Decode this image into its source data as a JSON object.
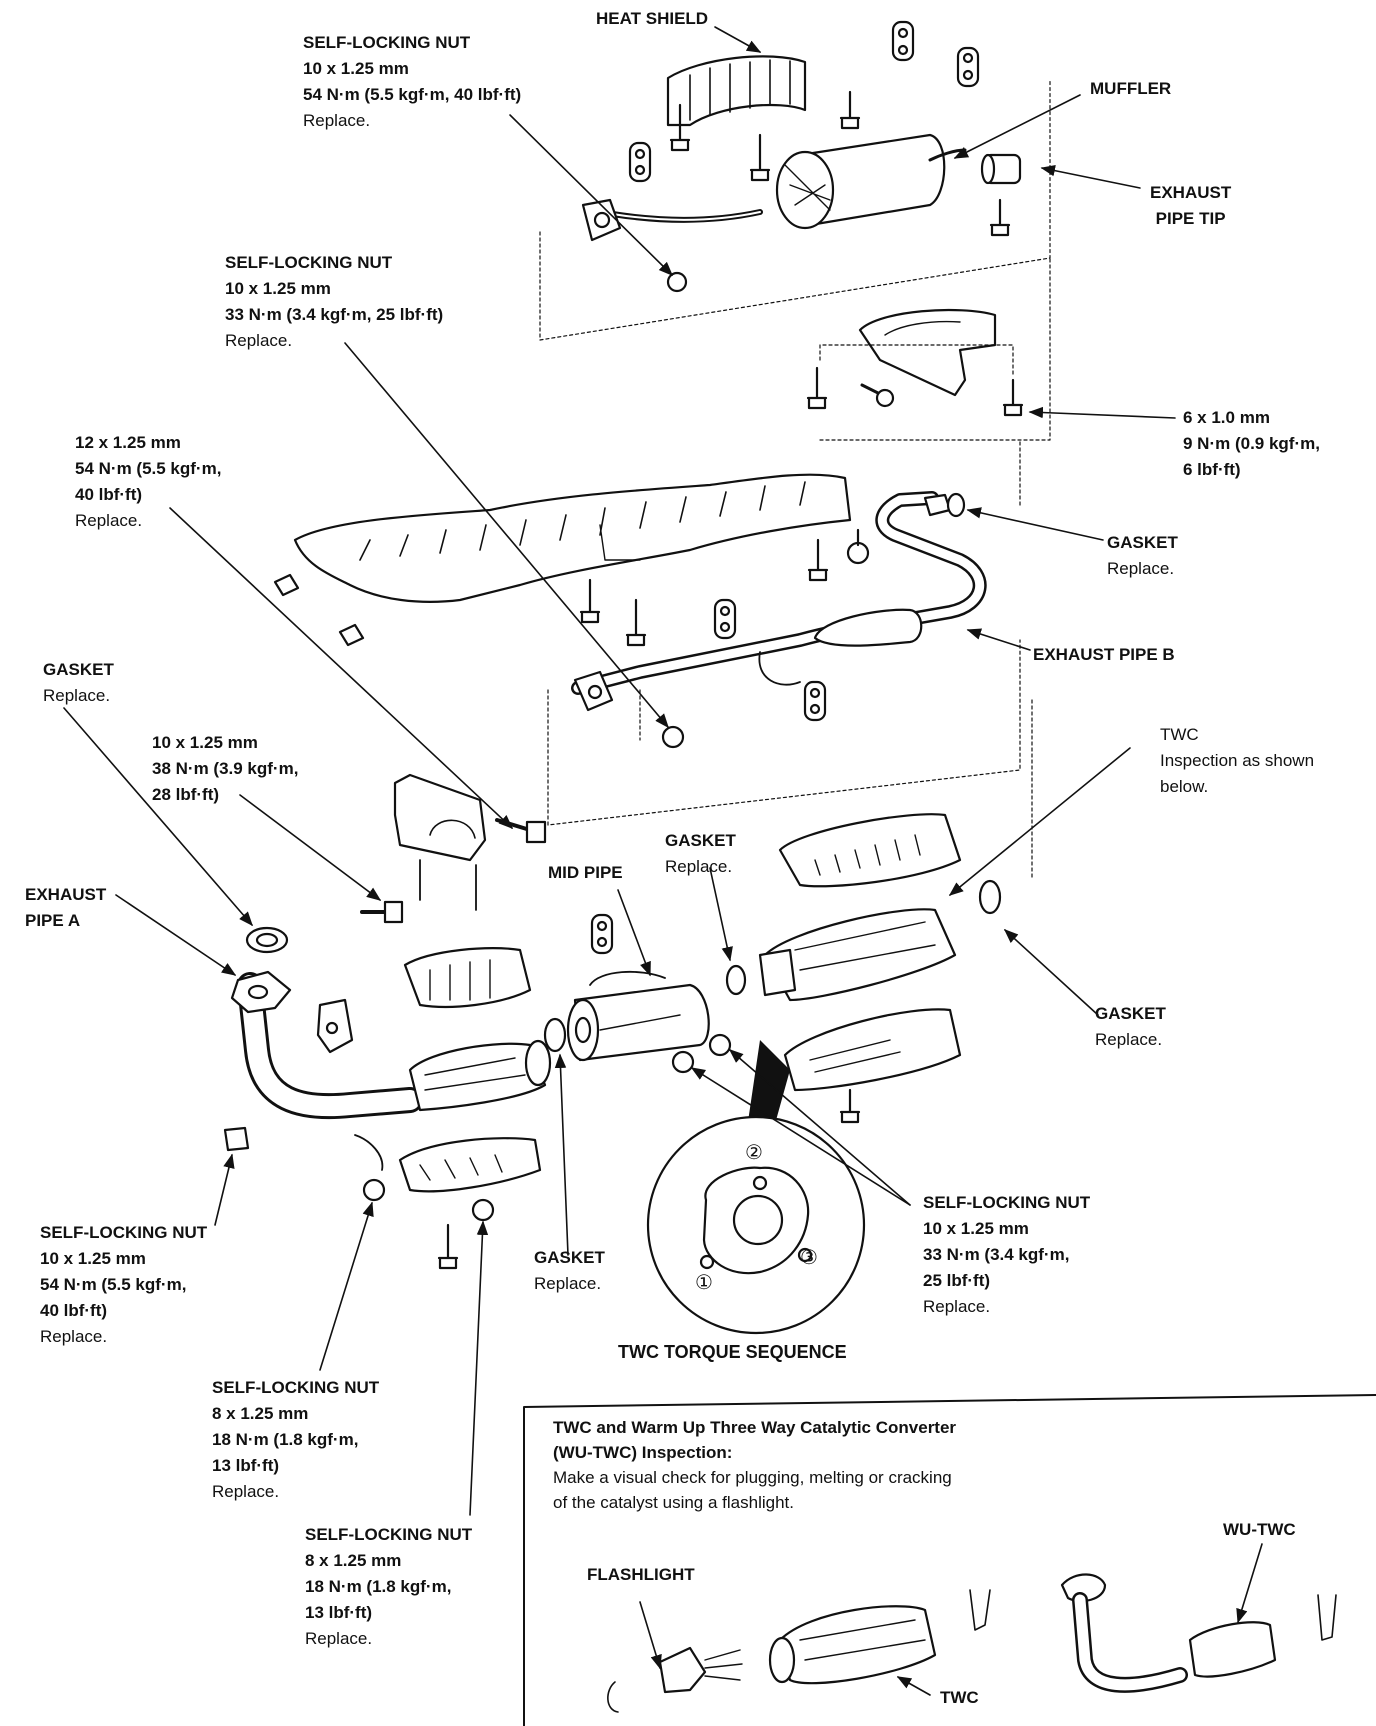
{
  "labels": {
    "heat_shield": {
      "title": "HEAT SHIELD"
    },
    "muffler": {
      "title": "MUFFLER"
    },
    "exhaust_pipe_tip": {
      "title": "EXHAUST",
      "title2": "PIPE TIP"
    },
    "nut_muffler": {
      "title": "SELF-LOCKING NUT",
      "lines": [
        "10 x 1.25 mm",
        "54 N·m (5.5 kgf·m, 40 lbf·ft)"
      ],
      "replace": "Replace."
    },
    "nut_pipe_b": {
      "title": "SELF-LOCKING NUT",
      "lines": [
        "10 x 1.25 mm",
        "33 N·m (3.4 kgf·m, 25 lbf·ft)"
      ],
      "replace": "Replace."
    },
    "bolt_6mm": {
      "lines": [
        "6 x 1.0 mm",
        "9 N·m (0.9 kgf·m,",
        "6 lbf·ft)"
      ]
    },
    "bolt_12mm": {
      "lines": [
        "12 x 1.25 mm",
        "54 N·m (5.5 kgf·m,",
        "40 lbf·ft)"
      ],
      "replace": "Replace."
    },
    "gasket_b": {
      "title": "GASKET",
      "replace": "Replace."
    },
    "exhaust_pipe_b": {
      "title": "EXHAUST PIPE B"
    },
    "gasket_a": {
      "title": "GASKET",
      "replace": "Replace."
    },
    "bolt_10mm": {
      "lines": [
        "10 x 1.25 mm",
        "38 N·m (3.9 kgf·m,",
        "28 lbf·ft)"
      ]
    },
    "twc": {
      "title": "TWC",
      "lines": [
        "Inspection as shown",
        "below."
      ]
    },
    "exhaust_pipe_a": {
      "title": "EXHAUST",
      "title2": "PIPE A"
    },
    "mid_pipe": {
      "title": "MID PIPE"
    },
    "gasket_mid": {
      "title": "GASKET",
      "replace": "Replace."
    },
    "gasket_twc": {
      "title": "GASKET",
      "replace": "Replace."
    },
    "gasket_lower": {
      "title": "GASKET",
      "replace": "Replace."
    },
    "nut_pipe_a": {
      "title": "SELF-LOCKING NUT",
      "lines": [
        "10 x 1.25 mm",
        "54 N·m (5.5 kgf·m,",
        "40 lbf·ft)"
      ],
      "replace": "Replace."
    },
    "nut_twc": {
      "title": "SELF-LOCKING NUT",
      "lines": [
        "10 x 1.25 mm",
        "33 N·m (3.4 kgf·m,",
        "25 lbf·ft)"
      ],
      "replace": "Replace."
    },
    "nut_8mm_a": {
      "title": "SELF-LOCKING NUT",
      "lines": [
        "8 x 1.25 mm",
        "18 N·m (1.8 kgf·m,",
        "13 lbf·ft)"
      ],
      "replace": "Replace."
    },
    "nut_8mm_b": {
      "title": "SELF-LOCKING NUT",
      "lines": [
        "8 x 1.25 mm",
        "18 N·m (1.8 kgf·m,",
        "13 lbf·ft)"
      ],
      "replace": "Replace."
    }
  },
  "torque_sequence": {
    "title": "TWC TORQUE SEQUENCE",
    "marks": [
      "①",
      "②",
      "③"
    ]
  },
  "inspection": {
    "title_line1": "TWC and Warm Up Three Way Catalytic Converter",
    "title_line2": "(WU-TWC) Inspection:",
    "body_line1": "Make a visual check for plugging, melting or cracking",
    "body_line2": "of the catalyst using a flashlight.",
    "flashlight": "FLASHLIGHT",
    "twc": "TWC",
    "wu_twc": "WU-TWC"
  }
}
